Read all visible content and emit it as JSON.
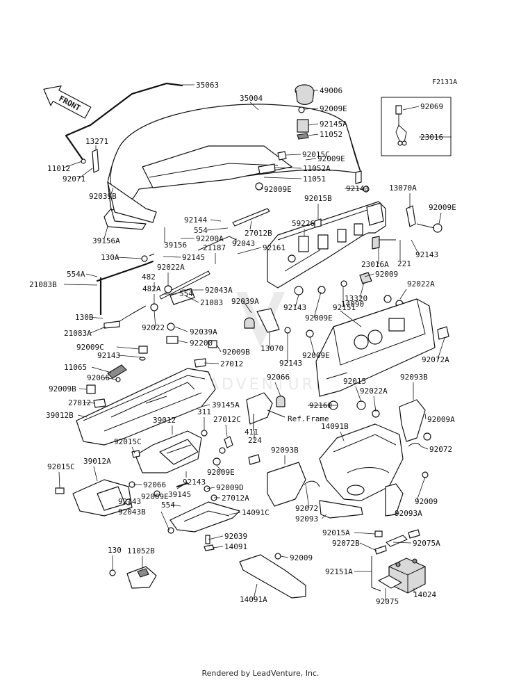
{
  "diagram_code": "F2131A",
  "front_label": "FRONT",
  "ref_label": "Ref.Frame",
  "footer_text": "Rendered by LeadVenture, Inc.",
  "watermark_text": "ADVENTURE",
  "callouts": [
    {
      "id": "c1",
      "label": "35063"
    },
    {
      "id": "c2",
      "label": "35004"
    },
    {
      "id": "c3",
      "label": "49006"
    },
    {
      "id": "c4",
      "label": "92009E"
    },
    {
      "id": "c5",
      "label": "92145A"
    },
    {
      "id": "c6",
      "label": "11052"
    },
    {
      "id": "c7",
      "label": "92069"
    },
    {
      "id": "c8",
      "label": "23016"
    },
    {
      "id": "c9",
      "label": "13271"
    },
    {
      "id": "c10",
      "label": "11012"
    },
    {
      "id": "c11",
      "label": "92071"
    },
    {
      "id": "c12",
      "label": "92039B"
    },
    {
      "id": "c13",
      "label": "92015C"
    },
    {
      "id": "c14",
      "label": "11052A"
    },
    {
      "id": "c15",
      "label": "11051"
    },
    {
      "id": "c16",
      "label": "92009E"
    },
    {
      "id": "c17",
      "label": "92009E"
    },
    {
      "id": "c18",
      "label": "92143"
    },
    {
      "id": "c19",
      "label": "13070A"
    },
    {
      "id": "c20",
      "label": "92009E"
    },
    {
      "id": "c21",
      "label": "92015B"
    },
    {
      "id": "c22",
      "label": "92144"
    },
    {
      "id": "c23",
      "label": "554"
    },
    {
      "id": "c24",
      "label": "27012B"
    },
    {
      "id": "c25",
      "label": "59226"
    },
    {
      "id": "c26",
      "label": "39156A"
    },
    {
      "id": "c27",
      "label": "39156"
    },
    {
      "id": "c28",
      "label": "92200A"
    },
    {
      "id": "c29",
      "label": "92043"
    },
    {
      "id": "c30",
      "label": "92161"
    },
    {
      "id": "c31",
      "label": "21187"
    },
    {
      "id": "c32",
      "label": "130A"
    },
    {
      "id": "c33",
      "label": "92145"
    },
    {
      "id": "c34",
      "label": "92022A"
    },
    {
      "id": "c35",
      "label": "554A"
    },
    {
      "id": "c36",
      "label": "482"
    },
    {
      "id": "c37",
      "label": "21083B"
    },
    {
      "id": "c38",
      "label": "92043A"
    },
    {
      "id": "c39",
      "label": "482A"
    },
    {
      "id": "c40",
      "label": "21083"
    },
    {
      "id": "c41",
      "label": "554"
    },
    {
      "id": "c42",
      "label": "23016A"
    },
    {
      "id": "c43",
      "label": "221"
    },
    {
      "id": "c44",
      "label": "92143"
    },
    {
      "id": "c45",
      "label": "92009"
    },
    {
      "id": "c46",
      "label": "92022A"
    },
    {
      "id": "c47",
      "label": "13320"
    },
    {
      "id": "c48",
      "label": "92143"
    },
    {
      "id": "c49",
      "label": "92151"
    },
    {
      "id": "c50",
      "label": "92039A"
    },
    {
      "id": "c51",
      "label": "92009E"
    },
    {
      "id": "c52",
      "label": "14090"
    },
    {
      "id": "c53",
      "label": "130B"
    },
    {
      "id": "c54",
      "label": "92022"
    },
    {
      "id": "c55",
      "label": "92039A"
    },
    {
      "id": "c56",
      "label": "21083A"
    },
    {
      "id": "c57",
      "label": "92200"
    },
    {
      "id": "c58",
      "label": "13070"
    },
    {
      "id": "c59",
      "label": "92009E"
    },
    {
      "id": "c60",
      "label": "92143"
    },
    {
      "id": "c61",
      "label": "92009C"
    },
    {
      "id": "c62",
      "label": "92009B"
    },
    {
      "id": "c63",
      "label": "92143"
    },
    {
      "id": "c64",
      "label": "27012"
    },
    {
      "id": "c65",
      "label": "11065"
    },
    {
      "id": "c66",
      "label": "92072A"
    },
    {
      "id": "c67",
      "label": "92066"
    },
    {
      "id": "c68",
      "label": "92066"
    },
    {
      "id": "c69",
      "label": "92015"
    },
    {
      "id": "c70",
      "label": "92093B"
    },
    {
      "id": "c71",
      "label": "92009B"
    },
    {
      "id": "c72",
      "label": "39145A"
    },
    {
      "id": "c73",
      "label": "92022A"
    },
    {
      "id": "c74",
      "label": "27012"
    },
    {
      "id": "c75",
      "label": "92160"
    },
    {
      "id": "c76",
      "label": "39012B"
    },
    {
      "id": "c77",
      "label": "311"
    },
    {
      "id": "c78",
      "label": "92009A"
    },
    {
      "id": "c79",
      "label": "39012"
    },
    {
      "id": "c80",
      "label": "27012C"
    },
    {
      "id": "c81",
      "label": "411"
    },
    {
      "id": "c82",
      "label": "224"
    },
    {
      "id": "c83",
      "label": "14091B"
    },
    {
      "id": "c84",
      "label": "92072"
    },
    {
      "id": "c85",
      "label": "92093B"
    },
    {
      "id": "c86",
      "label": "92015C"
    },
    {
      "id": "c87",
      "label": "39012A"
    },
    {
      "id": "c88",
      "label": "92015C"
    },
    {
      "id": "c89",
      "label": "92143"
    },
    {
      "id": "c90",
      "label": "92009E"
    },
    {
      "id": "c91",
      "label": "92066"
    },
    {
      "id": "c92",
      "label": "39145"
    },
    {
      "id": "c93",
      "label": "92009D"
    },
    {
      "id": "c94",
      "label": "27012A"
    },
    {
      "id": "c95",
      "label": "92009E"
    },
    {
      "id": "c96",
      "label": "554"
    },
    {
      "id": "c97",
      "label": "92143"
    },
    {
      "id": "c98",
      "label": "14091C"
    },
    {
      "id": "c99",
      "label": "92043B"
    },
    {
      "id": "c100",
      "label": "92072"
    },
    {
      "id": "c101",
      "label": "92093"
    },
    {
      "id": "c102",
      "label": "92009"
    },
    {
      "id": "c103",
      "label": "92093A"
    },
    {
      "id": "c104",
      "label": "92039"
    },
    {
      "id": "c105",
      "label": "14091"
    },
    {
      "id": "c106",
      "label": "92015A"
    },
    {
      "id": "c107",
      "label": "92072B"
    },
    {
      "id": "c108",
      "label": "92075A"
    },
    {
      "id": "c109",
      "label": "130"
    },
    {
      "id": "c110",
      "label": "11052B"
    },
    {
      "id": "c111",
      "label": "92009"
    },
    {
      "id": "c112",
      "label": "92151A"
    },
    {
      "id": "c113",
      "label": "14091A"
    },
    {
      "id": "c114",
      "label": "92075"
    },
    {
      "id": "c115",
      "label": "14024"
    }
  ]
}
